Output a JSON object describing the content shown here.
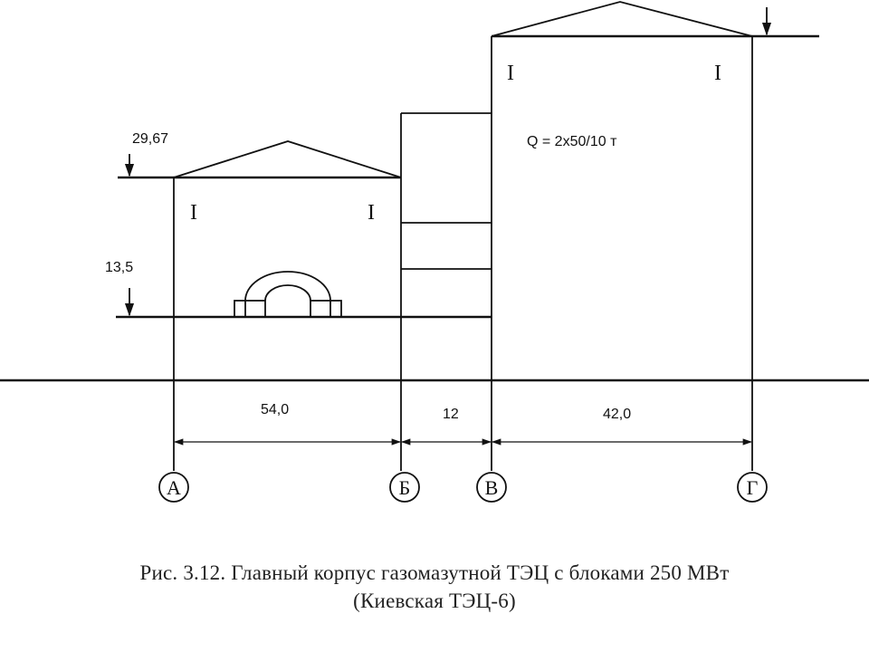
{
  "elevations": {
    "upper": "29,67",
    "lower": "13,5"
  },
  "crane_label": "Q = 2x50/10 т",
  "column_marks": [
    "I",
    "I",
    "I",
    "I"
  ],
  "spans": [
    "54,0",
    "12",
    "42,0"
  ],
  "axes": [
    "А",
    "Б",
    "В",
    "Г"
  ],
  "caption": {
    "line1": "Рис. 3.12. Главный корпус газомазутной ТЭЦ с блоками 250 МВт",
    "line2": "(Киевская ТЭЦ-6)"
  }
}
